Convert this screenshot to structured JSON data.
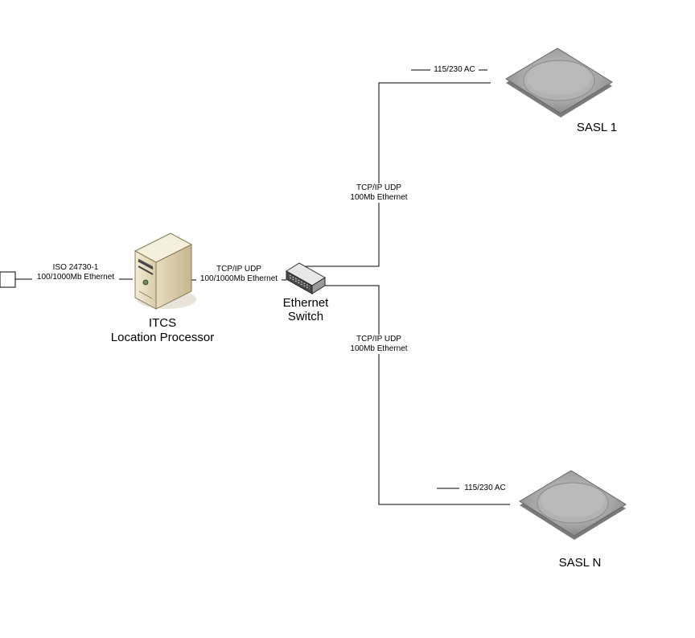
{
  "processor": {
    "name": "ITCS",
    "subtitle": "Location Processor"
  },
  "uplink": {
    "line1": "ISO 24730-1",
    "line2": "100/1000Mb Ethernet"
  },
  "server_link": {
    "line1": "TCP/IP UDP",
    "line2": "100/1000Mb Ethernet"
  },
  "switch": {
    "line1": "Ethernet",
    "line2": "Switch"
  },
  "link_top": {
    "line1": "TCP/IP UDP",
    "line2": "100Mb Ethernet"
  },
  "link_bottom": {
    "line1": "TCP/IP UDP",
    "line2": "100Mb Ethernet"
  },
  "sasl_top": {
    "name": "SASL 1",
    "power": "115/230 AC"
  },
  "sasl_bottom": {
    "name": "SASL N",
    "power": "115/230 AC"
  },
  "colors": {
    "line": "#000000",
    "device_fill": "#a9a9a9",
    "device_dark": "#6e6e6e",
    "server_fill": "#e9dfc4"
  }
}
